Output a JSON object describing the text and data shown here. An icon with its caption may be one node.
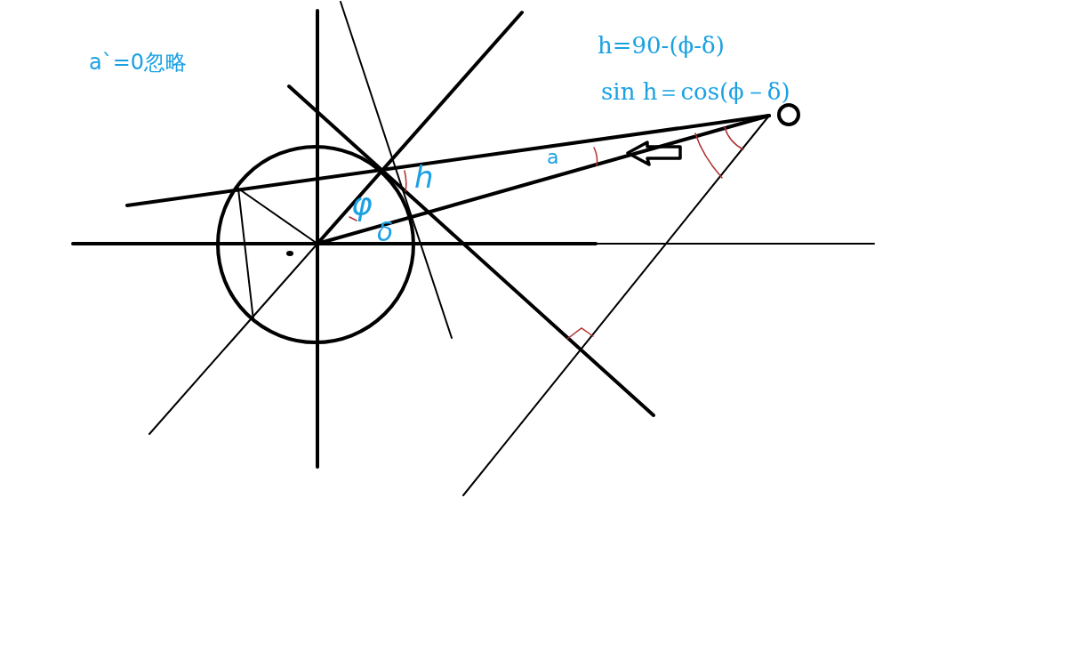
{
  "diagram": {
    "labels": [
      "a`=0忽略",
      "h=90-(ϕ-δ)",
      "sin h＝cos(ϕ－δ)",
      "h",
      "φ",
      "δ",
      "a"
    ]
  }
}
